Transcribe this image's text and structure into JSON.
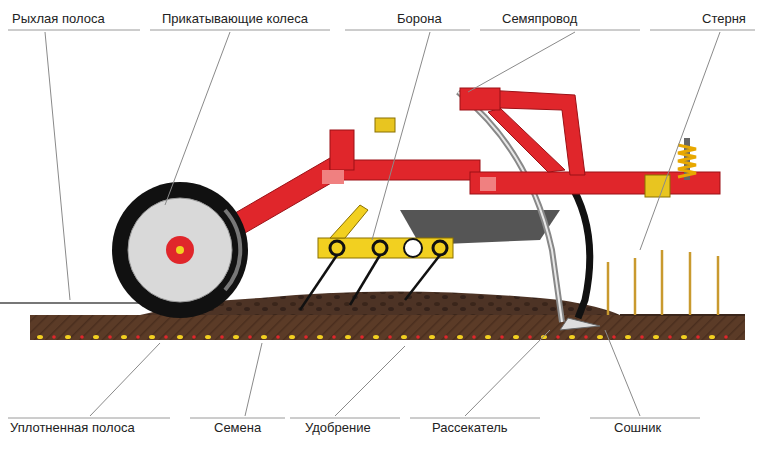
{
  "diagram": {
    "labels": [
      "Рыхлая полоса",
      "Прикатывающие колеса",
      "Борона",
      "Семяпровод",
      "Стерня",
      "Уплотненная полоса",
      "Семена",
      "Удобрение",
      "Рассекатель",
      "Сошник"
    ]
  }
}
